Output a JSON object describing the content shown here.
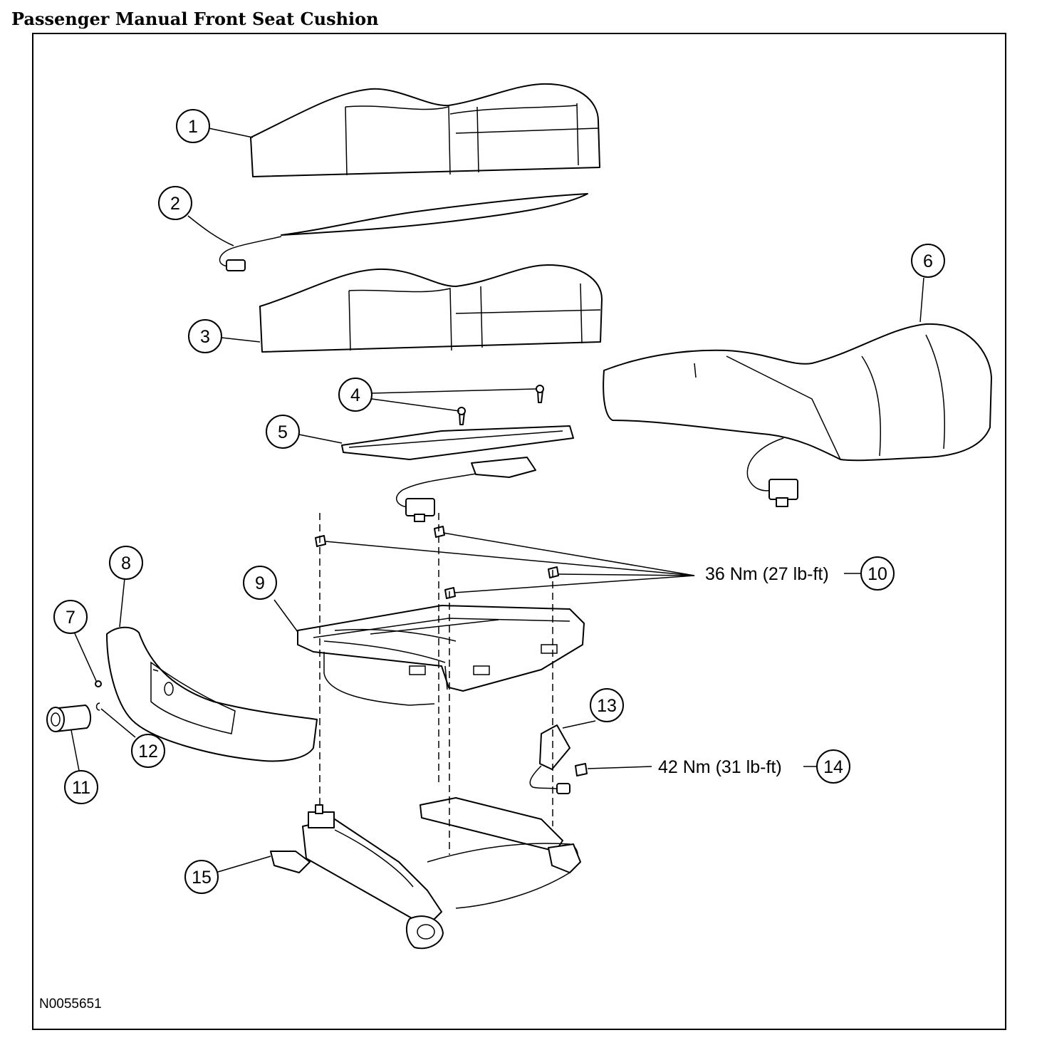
{
  "title": "Passenger Manual Front Seat Cushion",
  "figure_id": "N0055651",
  "callouts": [
    "1",
    "2",
    "3",
    "4",
    "5",
    "6",
    "7",
    "8",
    "9",
    "10",
    "11",
    "12",
    "13",
    "14",
    "15"
  ],
  "torque_specs": {
    "spec_10": "36 Nm (27 lb-ft)",
    "spec_14": "42 Nm (31 lb-ft)"
  }
}
